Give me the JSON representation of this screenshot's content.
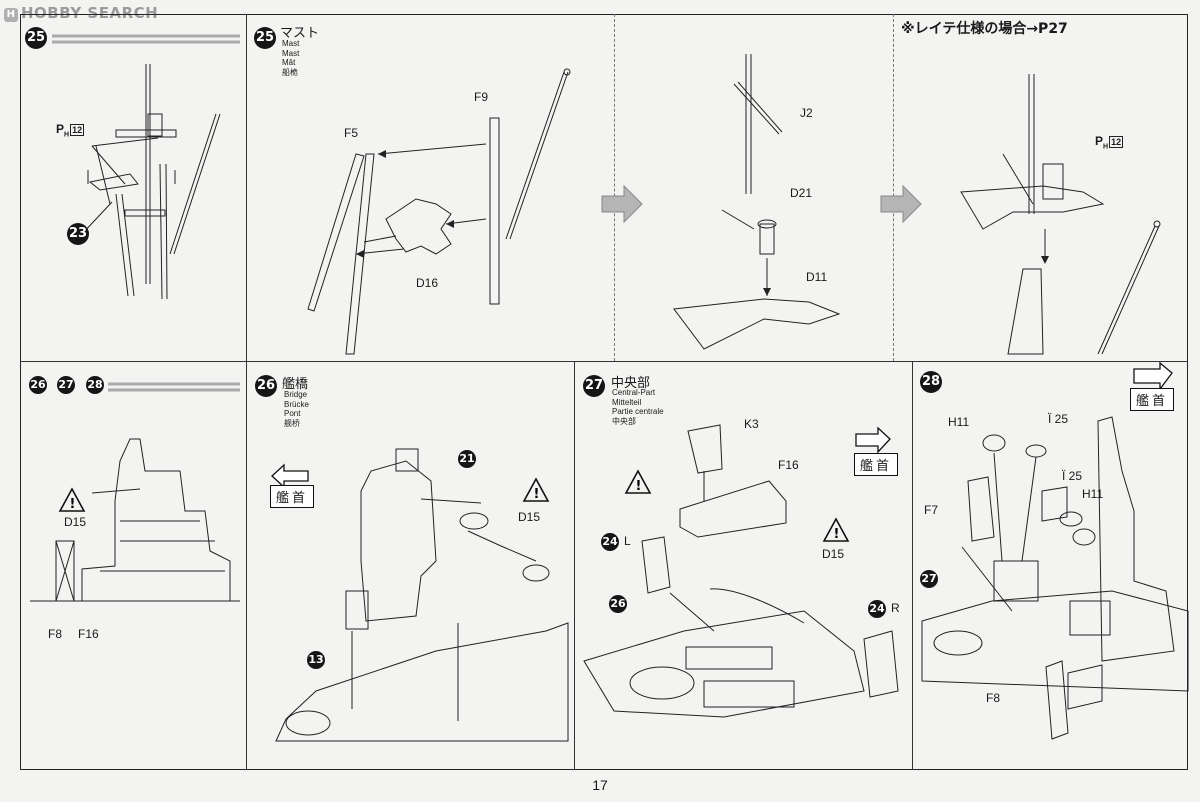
{
  "watermark": "HOBBY SEARCH",
  "page_number": "17",
  "steps": {
    "p1": {
      "badge": "25"
    },
    "p2": {
      "badge": "25",
      "title": "マスト",
      "subs": [
        "Mast",
        "Mast",
        "Mât",
        "船桅"
      ]
    },
    "p3": {},
    "p4": {
      "note": "※レイテ仕様の場合→P27"
    },
    "p5": {
      "badge_a": "26",
      "badge_b": "27",
      "badge_c": "28"
    },
    "p6": {
      "badge": "26",
      "title": "艦橋",
      "subs": [
        "Bridge",
        "Brücke",
        "Pont",
        "舰桥"
      ],
      "bow": "艦首"
    },
    "p7": {
      "badge": "27",
      "title": "中央部",
      "subs": [
        "Central-Part",
        "Mittelteil",
        "Partie centrale",
        "中央部"
      ],
      "bow": "艦首"
    },
    "p8": {
      "badge": "28",
      "bow": "艦首"
    }
  },
  "labels": {
    "p1_ph": "P",
    "p1_ph_sub": "H",
    "p1_ph_num": "12",
    "p1_ref": "23",
    "p2_f5": "F5",
    "p2_f9": "F9",
    "p2_d16": "D16",
    "p3_j2": "J2",
    "p3_d21": "D21",
    "p3_d11": "D11",
    "p4_ph": "P",
    "p4_ph_sub": "H",
    "p4_ph_num": "12",
    "p5_d15": "D15",
    "p5_f8": "F8",
    "p5_f16": "F16",
    "p6_ref_21": "21",
    "p6_ref_13": "13",
    "p6_d15": "D15",
    "p7_k3": "K3",
    "p7_f16": "F16",
    "p7_d15": "D15",
    "p7_ref_24l": "24",
    "p7_l": "L",
    "p7_ref_26": "26",
    "p7_ref_24r": "24",
    "p7_r": "R",
    "p8_h11a": "H11",
    "p8_i25a": "Ï 25",
    "p8_f7": "F7",
    "p8_i25b": "Ï 25",
    "p8_h11b": "H11",
    "p8_ref_27": "27",
    "p8_f8": "F8"
  },
  "icons": [
    "warning-triangle-icon",
    "bow-direction-arrow-icon",
    "next-step-arrow-icon"
  ],
  "colors": {
    "ink": "#1a1a1a",
    "paper": "#f3f3f1",
    "arrow_gray": "#b5b5b5"
  }
}
